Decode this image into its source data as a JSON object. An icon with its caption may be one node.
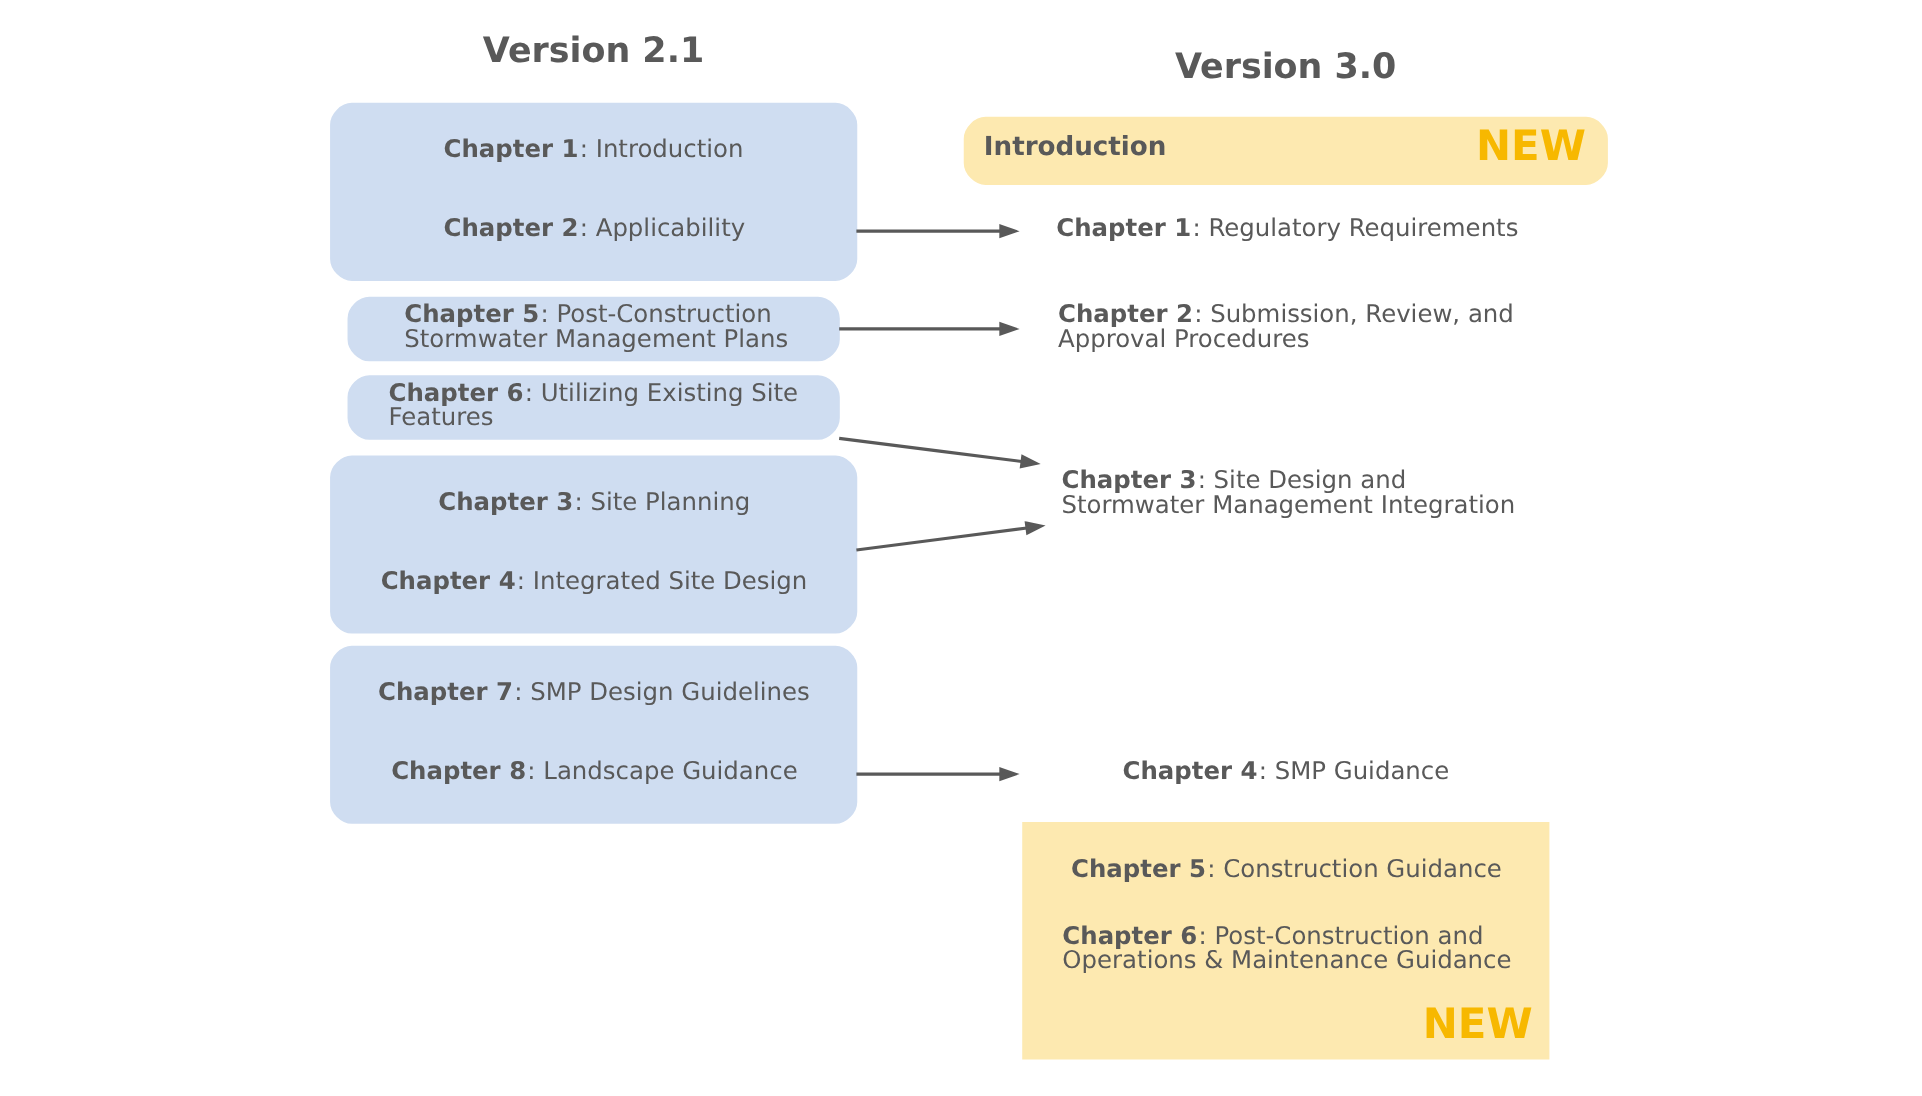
{
  "diagram": {
    "nodes": [
      {
        "text": [],
        "shape": "box"
      },
      {
        "text": [
          "**Chapter 1**: Introduction"
        ],
        "in": 0
      },
      {
        "text": [
          "**Chapter 2**: Applicability"
        ],
        "in": 0
      },
      {
        "text": [],
        "shape": "box"
      },
      {
        "text": [
          "**Chapter 3**: Site Planning"
        ],
        "in": 3
      },
      {
        "text": [
          "**Chapter 4**: Integrated Site Design"
        ],
        "in": 3
      },
      {
        "text": [
          "**Chapter 5**: Post-Construction Stormwater Management Plans"
        ]
      },
      {
        "text": [
          "**Chapter 6**: Utilizing Existing Site Features"
        ]
      },
      {
        "text": [],
        "shape": "box"
      },
      {
        "text": [
          "**Chapter 7**: SMP Design Guidelines"
        ],
        "in": 8
      },
      {
        "text": [
          "**Chapter 8**: Landscape Guidance"
        ],
        "in": 8
      },
      {
        "text": [
          "Introduction",
          "NEW"
        ]
      },
      {
        "text": [
          "**Chapter 1**: Regulatory Requirements"
        ]
      },
      {
        "text": [
          "**Chapter 2**: Submission, Review, and Approval Procedures"
        ]
      },
      {
        "text": [
          "**Chapter 3**: Site Design and Stormwater Management Integration"
        ]
      },
      {
        "text": [
          "**Chapter 4**: SMP Guidance"
        ]
      },
      {
        "text": [
          "NEW"
        ]
      },
      {
        "text": [
          "**Chapter 5**: Construction Guidance"
        ],
        "in": 16
      },
      {
        "text": [
          "**Chapter 6**: Post-Construction and Operations & Maintenance Guidance"
        ],
        "in": 16
      }
    ],
    "edges": [
      {
        "from": 0,
        "to": 12,
        "arrow": "to"
      },
      {
        "from": 3,
        "to": 14,
        "arrow": "to"
      },
      {
        "from": 6,
        "to": 13,
        "arrow": "to"
      },
      {
        "from": 7,
        "to": 14,
        "arrow": "to"
      },
      {
        "from": 8,
        "to": 15,
        "arrow": "to"
      }
    ],
    "labels": [
      "Version 2.1",
      "Version 3.0"
    ]
  }
}
